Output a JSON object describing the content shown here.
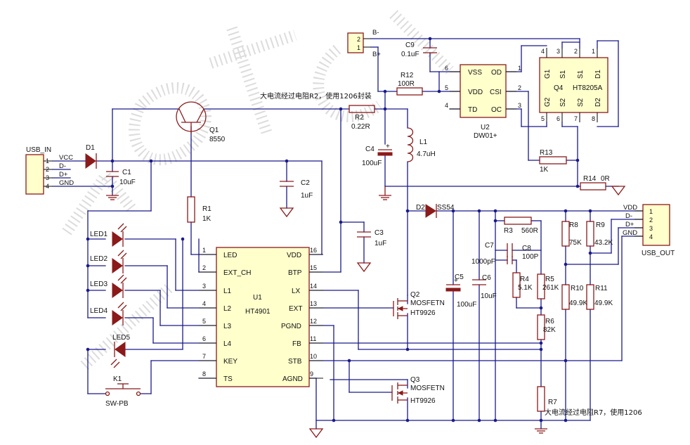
{
  "notes": {
    "r2_note": "大电流经过电阻R2，使用1206封装",
    "r7_note": "大电流经过电阻R7，使用1206"
  },
  "connectors": {
    "battery": {
      "pin2": "2",
      "pin1": "1",
      "net_bm": "B-",
      "net_bp": "B+"
    },
    "usb_in": {
      "name": "USB_IN",
      "pins": [
        "1",
        "2",
        "3",
        "4"
      ],
      "nets": [
        "VCC",
        "D-",
        "D+",
        "GND"
      ]
    },
    "usb_out": {
      "name": "USB_OUT",
      "pins": [
        "1",
        "2",
        "3",
        "4"
      ],
      "nets": [
        "VDD",
        "D-",
        "D+",
        "GND"
      ]
    }
  },
  "parts": {
    "q1": {
      "ref": "Q1",
      "value": "8550"
    },
    "d1": {
      "ref": "D1"
    },
    "c1": {
      "ref": "C1",
      "value": "10uF"
    },
    "c2": {
      "ref": "C2",
      "value": "1uF"
    },
    "r1": {
      "ref": "R1",
      "value": "1K"
    },
    "c3": {
      "ref": "C3",
      "value": "1uF"
    },
    "r2": {
      "ref": "R2",
      "value": "0.22R"
    },
    "c4": {
      "ref": "C4",
      "value": "100uF"
    },
    "l1": {
      "ref": "L1",
      "value": "4.7uH"
    },
    "c9": {
      "ref": "C9",
      "value": "0.1uF"
    },
    "r12": {
      "ref": "R12",
      "value": "100R"
    },
    "r13": {
      "ref": "R13",
      "value": "1K"
    },
    "r14": {
      "ref": "R14",
      "value": "0R"
    },
    "d2": {
      "ref": "D2",
      "value": "SS54"
    },
    "r3": {
      "ref": "R3",
      "value": "560R"
    },
    "c7": {
      "ref": "C7",
      "value": "1000pF"
    },
    "c8": {
      "ref": "C8",
      "value": "100P"
    },
    "r4": {
      "ref": "R4",
      "value": "5.1K"
    },
    "r5": {
      "ref": "R5",
      "value": "261K"
    },
    "r6": {
      "ref": "R6",
      "value": "82K"
    },
    "r7": {
      "ref": "R7"
    },
    "r8": {
      "ref": "R8",
      "value": "75K"
    },
    "r9": {
      "ref": "R9",
      "value": "43.2K"
    },
    "r10": {
      "ref": "R10",
      "value": "49.9K"
    },
    "r11": {
      "ref": "R11",
      "value": "49.9K"
    },
    "c5": {
      "ref": "C5",
      "value": "100uF"
    },
    "c6": {
      "ref": "C6",
      "value": "10uF"
    },
    "q2": {
      "ref": "Q2",
      "type": "MOSFETN",
      "value": "HT9926"
    },
    "q3": {
      "ref": "Q3",
      "type": "MOSFETN",
      "value": "HT9926"
    },
    "k1": {
      "ref": "K1",
      "value": "SW-PB"
    },
    "leds": [
      "LED1",
      "LED2",
      "LED3",
      "LED4",
      "LED5"
    ]
  },
  "u1": {
    "ref": "U1",
    "value": "HT4901",
    "left_pins": [
      {
        "num": "1",
        "name": "LED"
      },
      {
        "num": "2",
        "name": "EXT_CH"
      },
      {
        "num": "3",
        "name": "L1"
      },
      {
        "num": "4",
        "name": "L2"
      },
      {
        "num": "5",
        "name": "L3"
      },
      {
        "num": "6",
        "name": "L4"
      },
      {
        "num": "7",
        "name": "KEY"
      },
      {
        "num": "8",
        "name": "TS"
      }
    ],
    "right_pins": [
      {
        "num": "16",
        "name": "VDD"
      },
      {
        "num": "15",
        "name": "BTP"
      },
      {
        "num": "14",
        "name": "LX"
      },
      {
        "num": "13",
        "name": "EXT"
      },
      {
        "num": "12",
        "name": "PGND"
      },
      {
        "num": "11",
        "name": "FB"
      },
      {
        "num": "10",
        "name": "STB"
      },
      {
        "num": "9",
        "name": "AGND"
      }
    ]
  },
  "u2": {
    "ref": "U2",
    "value": "DW01+",
    "left_pins": [
      {
        "num": "6",
        "name": "VSS"
      },
      {
        "num": "5",
        "name": "VDD"
      },
      {
        "num": "4",
        "name": "TD"
      }
    ],
    "right_pins": [
      {
        "num": "1",
        "name": "OD"
      },
      {
        "num": "2",
        "name": "CSI"
      },
      {
        "num": "3",
        "name": "OC"
      }
    ]
  },
  "q4": {
    "ref": "Q4",
    "value": "HT8205A",
    "top_labels": [
      "G1",
      "S1",
      "S1",
      "D1"
    ],
    "bottom_labels": [
      "G2",
      "S2",
      "S2",
      "D2"
    ],
    "top_pins": [
      "4",
      "3",
      "2",
      "1"
    ],
    "bottom_pins": [
      "5",
      "6",
      "7",
      "8"
    ]
  }
}
